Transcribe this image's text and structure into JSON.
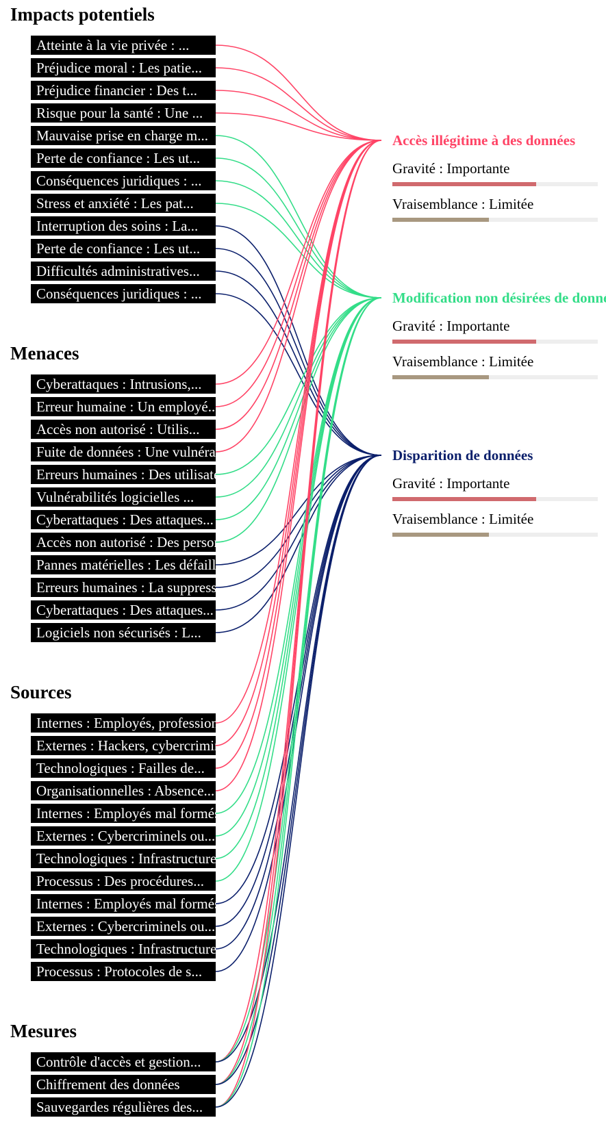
{
  "colors": {
    "acces": "#ff4466",
    "modification": "#33dd88",
    "disparition": "#0b1f6b",
    "gravite_bar": "#d06a6e",
    "vraisemblance_bar": "#a89880"
  },
  "groups": [
    {
      "title": "Impacts potentiels",
      "items": [
        {
          "label": "Atteinte à la vie privée : ...",
          "risk": 0
        },
        {
          "label": "Préjudice moral : Les patie...",
          "risk": 0
        },
        {
          "label": "Préjudice financier : Des t...",
          "risk": 0
        },
        {
          "label": "Risque pour la santé : Une ...",
          "risk": 0
        },
        {
          "label": "Mauvaise prise en charge m...",
          "risk": 1
        },
        {
          "label": "Perte de confiance : Les ut...",
          "risk": 1
        },
        {
          "label": "Conséquences juridiques : ...",
          "risk": 1
        },
        {
          "label": "Stress et anxiété : Les pat...",
          "risk": 1
        },
        {
          "label": "Interruption des soins : La...",
          "risk": 2
        },
        {
          "label": "Perte de confiance : Les ut...",
          "risk": 2
        },
        {
          "label": "Difficultés administratives...",
          "risk": 2
        },
        {
          "label": "Conséquences juridiques : ...",
          "risk": 2
        }
      ]
    },
    {
      "title": "Menaces",
      "items": [
        {
          "label": "Cyberattaques : Intrusions,...",
          "risk": 0
        },
        {
          "label": "Erreur humaine : Un employé...",
          "risk": 0
        },
        {
          "label": "Accès non autorisé : Utilis...",
          "risk": 0
        },
        {
          "label": "Fuite de données : Une vulnérabilité...",
          "risk": 0
        },
        {
          "label": "Erreurs humaines : Des utilisateurs...",
          "risk": 1
        },
        {
          "label": "Vulnérabilités logicielles ...",
          "risk": 1
        },
        {
          "label": "Cyberattaques : Des attaques...",
          "risk": 1
        },
        {
          "label": "Accès non autorisé : Des personnes...",
          "risk": 1
        },
        {
          "label": "Pannes matérielles : Les défaillances...",
          "risk": 2
        },
        {
          "label": "Erreurs humaines : La suppression...",
          "risk": 2
        },
        {
          "label": "Cyberattaques : Des attaques...",
          "risk": 2
        },
        {
          "label": "Logiciels non sécurisés : L...",
          "risk": 2
        }
      ]
    },
    {
      "title": "Sources",
      "items": [
        {
          "label": "Internes : Employés, professionnels...",
          "risk": 0
        },
        {
          "label": "Externes : Hackers, cybercriminels...",
          "risk": 0
        },
        {
          "label": "Technologiques : Failles de...",
          "risk": 0
        },
        {
          "label": "Organisationnelles : Absence...",
          "risk": 0
        },
        {
          "label": "Internes : Employés mal formés...",
          "risk": 1
        },
        {
          "label": "Externes : Cybercriminels ou...",
          "risk": 1
        },
        {
          "label": "Technologiques : Infrastructures...",
          "risk": 1
        },
        {
          "label": "Processus : Des procédures...",
          "risk": 1
        },
        {
          "label": "Internes : Employés mal formés...",
          "risk": 2
        },
        {
          "label": "Externes : Cybercriminels ou...",
          "risk": 2
        },
        {
          "label": "Technologiques : Infrastructures...",
          "risk": 2
        },
        {
          "label": "Processus : Protocoles de s...",
          "risk": 2
        }
      ]
    },
    {
      "title": "Mesures",
      "items": [
        {
          "label": "Contrôle d'accès et gestion...",
          "risk": [
            0,
            1,
            2
          ]
        },
        {
          "label": "Chiffrement des données",
          "risk": [
            0,
            1,
            2
          ]
        },
        {
          "label": "Sauvegardes régulières des...",
          "risk": [
            0,
            1,
            2
          ]
        }
      ]
    }
  ],
  "risks": [
    {
      "title": "Accès illégitime à des données",
      "color_key": "acces",
      "gravite_label": "Gravité : Importante",
      "gravite_level": 0.7,
      "vraisemblance_label": "Vraisemblance : Limitée",
      "vraisemblance_level": 0.47
    },
    {
      "title": "Modification non désirées de données",
      "color_key": "modification",
      "gravite_label": "Gravité : Importante",
      "gravite_level": 0.7,
      "vraisemblance_label": "Vraisemblance : Limitée",
      "vraisemblance_level": 0.47
    },
    {
      "title": "Disparition de données",
      "color_key": "disparition",
      "gravite_label": "Gravité : Importante",
      "gravite_level": 0.7,
      "vraisemblance_label": "Vraisemblance : Limitée",
      "vraisemblance_level": 0.47
    }
  ]
}
